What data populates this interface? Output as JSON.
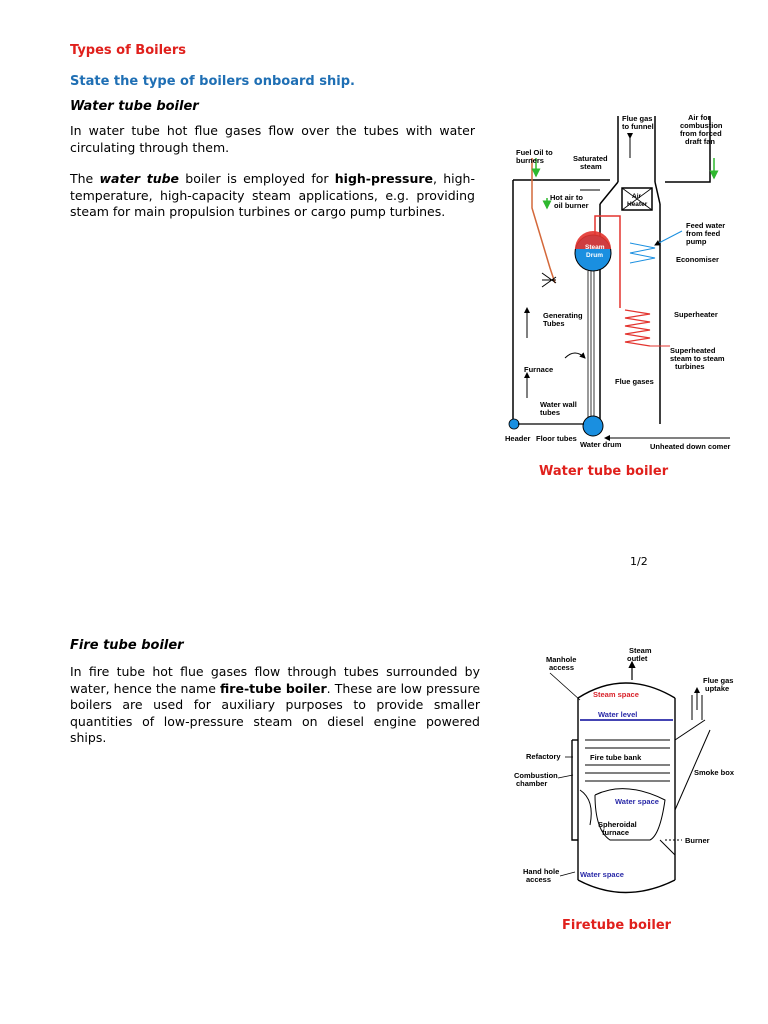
{
  "doc": {
    "title": "Types of Boilers",
    "question": "State the type of boilers onboard ship.",
    "page_number": "1/2"
  },
  "water_tube": {
    "heading": "Water tube boiler",
    "para1": "In water tube hot flue gases flow over the tubes with water circulating through them.",
    "para2_pre": "The ",
    "para2_b1": "water tube",
    "para2_mid": " boiler is employed for ",
    "para2_b2": "high-pressure",
    "para2_post": ", high-temperature, high-capacity steam applications, e.g. providing steam for main propulsion turbines or cargo pump turbines.",
    "caption": "Water tube boiler",
    "labels": {
      "flue_gas": [
        "Flue gas",
        "to funnel"
      ],
      "air": [
        "Air for",
        "combustion",
        "from forced",
        "draft fan"
      ],
      "fuel_oil": [
        "Fuel Oil to",
        "burners"
      ],
      "saturated": [
        "Saturated",
        "steam"
      ],
      "hot_air": [
        "Hot air to",
        "oil burner"
      ],
      "air_heater": [
        "Air",
        "Heater"
      ],
      "feed_water": [
        "Feed water",
        "from feed",
        "pump"
      ],
      "steam_drum": [
        "Steam",
        "Drum"
      ],
      "economiser": "Economiser",
      "generating": [
        "Generating",
        "Tubes"
      ],
      "superheater": "Superheater",
      "superheated": [
        "Superheated",
        "steam to steam",
        "turbines"
      ],
      "furnace": "Furnace",
      "flue_gases": "Flue gases",
      "water_wall": [
        "Water wall",
        "tubes"
      ],
      "header": "Header",
      "floor_tubes": "Floor tubes",
      "water_drum": "Water drum",
      "downcomer": "Unheated down comer"
    }
  },
  "fire_tube": {
    "heading": "Fire tube boiler",
    "para_pre": "In fire tube hot flue gases flow through tubes surrounded by water, hence the name ",
    "para_b": "fire-tube boiler",
    "para_post": ". These are low pressure boilers are used for auxiliary purposes to provide smaller quantities of low-pressure steam on diesel engine powered ships.",
    "caption": "Firetube boiler",
    "labels": {
      "manhole": [
        "Manhole",
        "access"
      ],
      "steam_outlet": [
        "Steam",
        "outlet"
      ],
      "flue_gas_uptake": [
        "Flue gas",
        "uptake"
      ],
      "steam_space": "Steam space",
      "water_level": "Water level",
      "refactory": "Refactory",
      "fire_tube_bank": "Fire tube bank",
      "smoke_box": "Smoke box",
      "combustion": [
        "Combustion",
        "chamber"
      ],
      "water_space_top": "Water space",
      "spheroidal": [
        "Spheroidal",
        "furnace"
      ],
      "burner": "Burner",
      "hand_hole": [
        "Hand hole",
        "access"
      ],
      "water_space_bottom": "Water space"
    }
  },
  "colors": {
    "title_red": "#e0201c",
    "question_blue": "#1f6fb4",
    "drum_blue": "#1a8fe0",
    "steam_red": "#e3342f",
    "steam_text_red": "#d9232b",
    "water_level_blue": "#2a2aa8",
    "arrow_green": "#2eb82e"
  }
}
